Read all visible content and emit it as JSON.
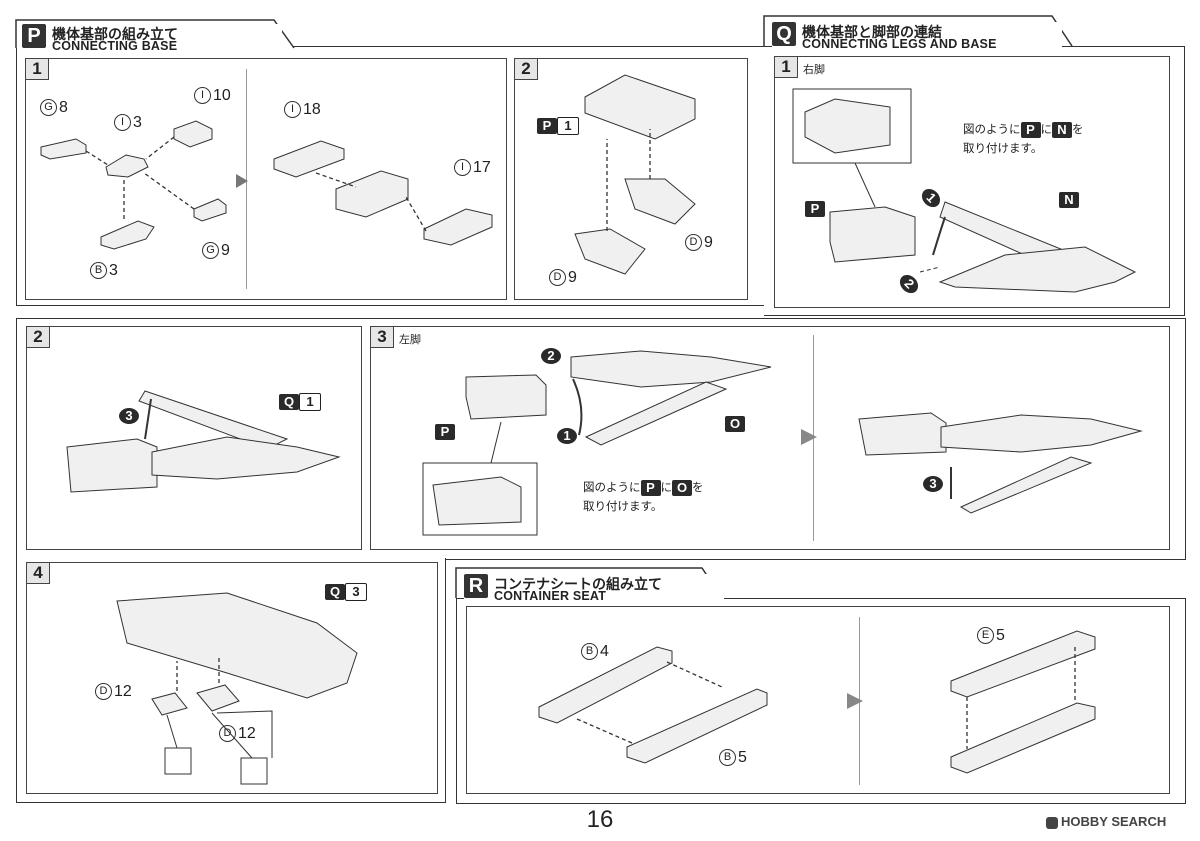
{
  "sections": {
    "P": {
      "letter": "P",
      "title": "機体基部の組み立て",
      "subtitle": "CONNECTING BASE"
    },
    "Q": {
      "letter": "Q",
      "title": "機体基部と脚部の連結",
      "subtitle": "CONNECTING LEGS AND BASE"
    },
    "R": {
      "letter": "R",
      "title": "コンテナシートの組み立て",
      "subtitle": "CONTAINER SEAT"
    }
  },
  "steps": {
    "p1": "1",
    "p2": "2",
    "q1": "1",
    "q2": "2",
    "q3": "3",
    "q4": "4"
  },
  "p1": {
    "g8": {
      "letter": "G",
      "num": "8"
    },
    "i3": {
      "letter": "I",
      "num": "3"
    },
    "i10": {
      "letter": "I",
      "num": "10"
    },
    "b3": {
      "letter": "B",
      "num": "3"
    },
    "g9": {
      "letter": "G",
      "num": "9"
    },
    "i18": {
      "letter": "I",
      "num": "18"
    },
    "i17": {
      "letter": "I",
      "num": "17"
    }
  },
  "p2": {
    "p1_letter": "P",
    "p1_num": "1",
    "d9a": {
      "letter": "D",
      "num": "9"
    },
    "d9b": {
      "letter": "D",
      "num": "9"
    }
  },
  "q1": {
    "side": "右脚",
    "note_line1_pre": "図のように",
    "note_p": "P",
    "note_mid": "に",
    "note_n": "N",
    "note_post": "を",
    "note_line2": "取り付けます。",
    "label_p": "P",
    "label_n": "N",
    "step1": "1",
    "step2": "2"
  },
  "q2": {
    "label_q": "Q",
    "label_num": "1",
    "step3": "3"
  },
  "q3": {
    "side": "左脚",
    "label_p": "P",
    "label_o": "O",
    "step1": "1",
    "step2": "2",
    "step3": "3",
    "note_line1_pre": "図のように",
    "note_p": "P",
    "note_mid": "に",
    "note_o": "O",
    "note_post": "を",
    "note_line2": "取り付けます。"
  },
  "q4": {
    "label_q": "Q",
    "label_num": "3",
    "d12a": {
      "letter": "D",
      "num": "12"
    },
    "d12b": {
      "letter": "D",
      "num": "12"
    }
  },
  "r": {
    "b4": {
      "letter": "B",
      "num": "4"
    },
    "b5": {
      "letter": "B",
      "num": "5"
    },
    "e5": {
      "letter": "E",
      "num": "5"
    }
  },
  "page_number": "16",
  "watermark": "HOBBY SEARCH"
}
